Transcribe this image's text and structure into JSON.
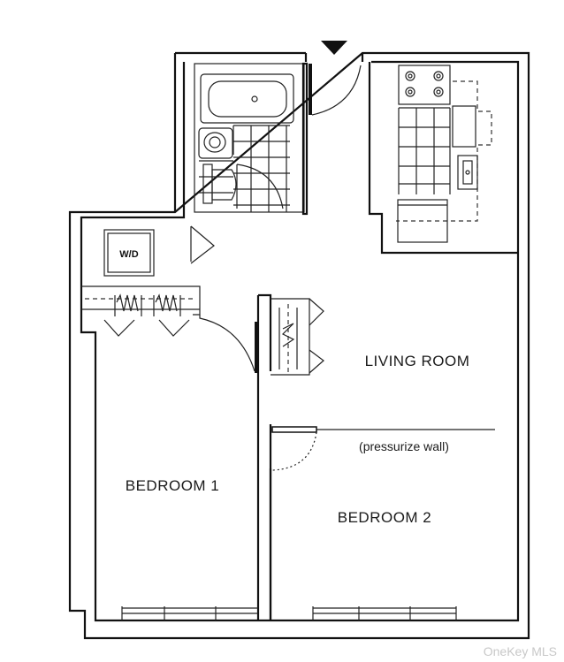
{
  "rooms": {
    "living_room": "LIVING ROOM",
    "bedroom_1": "BEDROOM 1",
    "bedroom_2": "BEDROOM 2"
  },
  "notes": {
    "pressurize_wall": "(pressurize wall)"
  },
  "fixtures": {
    "washer_dryer": "W/D"
  },
  "watermark": "OneKey MLS",
  "icons": {
    "entry": "entry-arrow-icon"
  }
}
